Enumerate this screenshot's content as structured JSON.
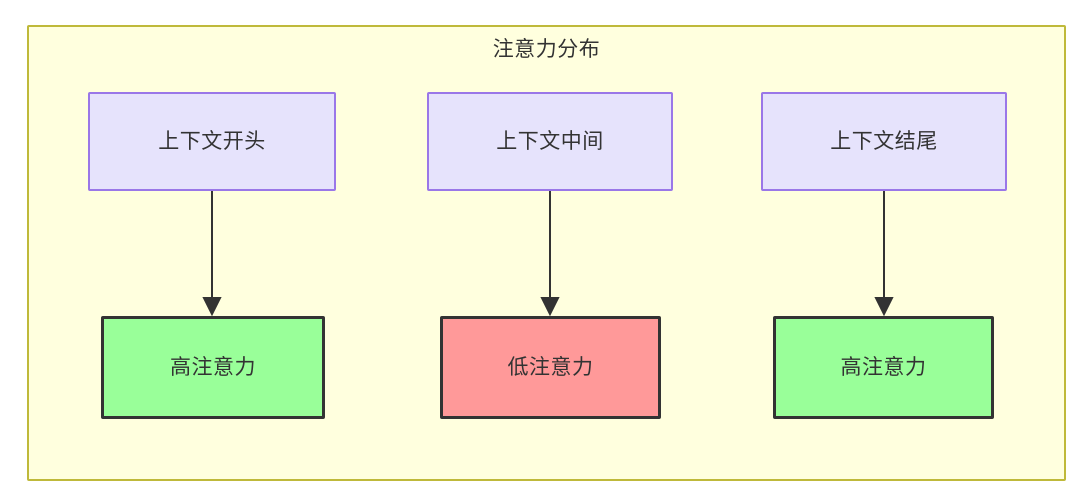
{
  "diagram": {
    "title": "注意力分布",
    "colors": {
      "container_background": "#ffffde",
      "container_border": "#bfb93a",
      "context_fill": "#e6e3fc",
      "context_border": "#9a77e8",
      "high_attention_fill": "#99ff99",
      "low_attention_fill": "#ff9999",
      "node_border_dark": "#333333",
      "arrow": "#333333",
      "text": "#333333"
    },
    "columns": [
      {
        "source": {
          "label": "上下文开头"
        },
        "target": {
          "label": "高注意力",
          "state": "high"
        }
      },
      {
        "source": {
          "label": "上下文中间"
        },
        "target": {
          "label": "低注意力",
          "state": "low"
        }
      },
      {
        "source": {
          "label": "上下文结尾"
        },
        "target": {
          "label": "高注意力",
          "state": "high"
        }
      }
    ]
  }
}
